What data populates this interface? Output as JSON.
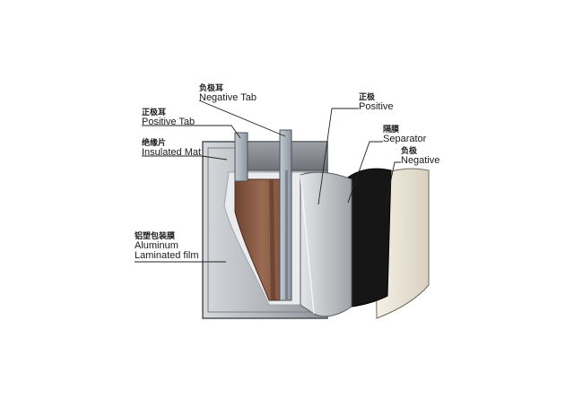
{
  "labels": {
    "negative_tab": {
      "zh": "负极耳",
      "en": "Negative Tab"
    },
    "positive_tab": {
      "zh": "正极耳",
      "en": "Positive Tab"
    },
    "insulated_mat": {
      "zh": "绝缘片",
      "en": "Insulated Mat"
    },
    "aluminum_film": {
      "zh": "铝塑包装膜",
      "en": "Aluminum",
      "en2": "Laminated film"
    },
    "positive": {
      "zh": "正极",
      "en": "Positive"
    },
    "separator": {
      "zh": "隔膜",
      "en": "Separator"
    },
    "negative": {
      "zh": "负极",
      "en": "Negative"
    }
  },
  "colors": {
    "casing": "#b9bcc1",
    "casing_dark": "#6e7177",
    "electrode_core": "#8a5a44",
    "positive_sheet": "#c7c9cc",
    "separator_sheet": "#1c1c1c",
    "negative_sheet": "#ece6d8",
    "tab": "#a9b1bb"
  }
}
